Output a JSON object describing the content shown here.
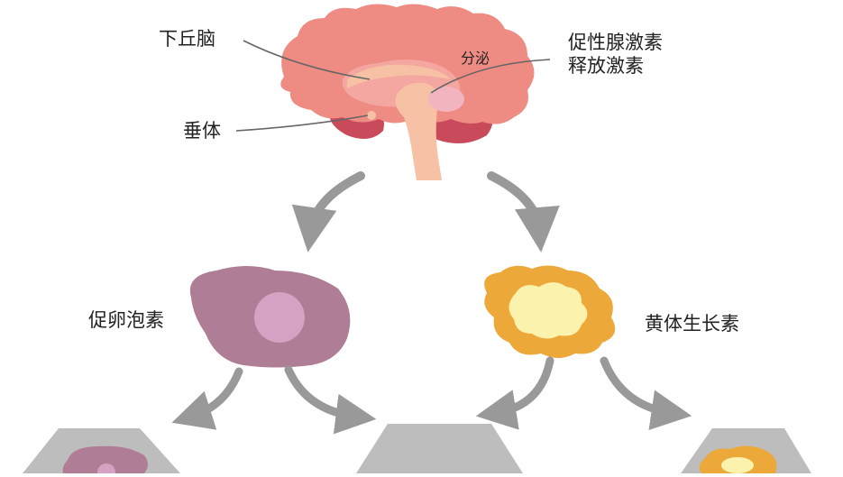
{
  "labels": {
    "hypothalamus": "下丘脑",
    "pituitary": "垂体",
    "secretion": "分泌",
    "gnrh_line1": "促性腺激素",
    "gnrh_line2": "释放激素",
    "fsh": "促卵泡素",
    "lh": "黄体生长素"
  },
  "colors": {
    "brain": "#EE8C84",
    "brain_dark": "#D96B6B",
    "cerebellum": "#C94A5A",
    "brainstem": "#F6C1A4",
    "fsh_cell": "#B07D96",
    "fsh_nucleus": "#D6A2C4",
    "lh_cell_outer": "#EDA83A",
    "lh_cell_inner": "#FBF2AE",
    "arrow": "#999999",
    "base_gray": "#BDBDBD"
  }
}
